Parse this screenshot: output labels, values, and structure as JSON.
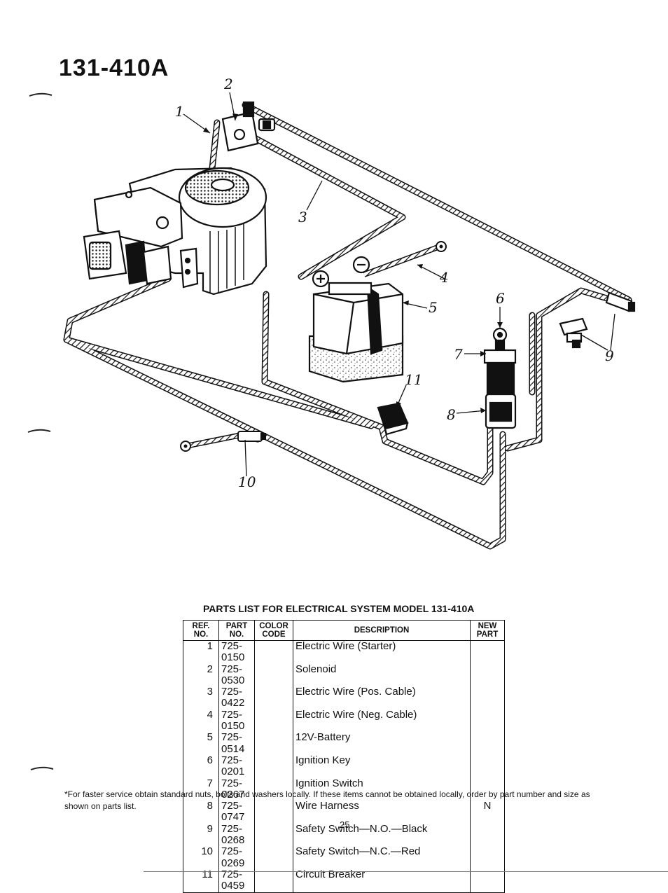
{
  "model_title": "131-410A",
  "callouts": [
    "1",
    "2",
    "3",
    "4",
    "5",
    "6",
    "7",
    "8",
    "9",
    "10",
    "11"
  ],
  "parts_list": {
    "title": "PARTS LIST FOR ELECTRICAL SYSTEM MODEL 131-410A",
    "headers": {
      "ref_line1": "REF.",
      "ref_line2": "NO.",
      "part_line1": "PART",
      "part_line2": "NO.",
      "color_line1": "COLOR",
      "color_line2": "CODE",
      "description": "DESCRIPTION",
      "new_line1": "NEW",
      "new_line2": "PART"
    },
    "rows": [
      {
        "ref": "1",
        "part": "725-0150",
        "desc": "Electric Wire (Starter)",
        "new": ""
      },
      {
        "ref": "2",
        "part": "725-0530",
        "desc": "Solenoid",
        "new": ""
      },
      {
        "ref": "3",
        "part": "725-0422",
        "desc": "Electric Wire (Pos. Cable)",
        "new": ""
      },
      {
        "ref": "4",
        "part": "725-0150",
        "desc": "Electric Wire (Neg. Cable)",
        "new": ""
      },
      {
        "ref": "5",
        "part": "725-0514",
        "desc": "12V-Battery",
        "new": ""
      },
      {
        "ref": "6",
        "part": "725-0201",
        "desc": "Ignition Key",
        "new": ""
      },
      {
        "ref": "7",
        "part": "725-0267",
        "desc": "Ignition Switch",
        "new": ""
      },
      {
        "ref": "8",
        "part": "725-0747",
        "desc": "Wire Harness",
        "new": "N"
      },
      {
        "ref": "9",
        "part": "725-0268",
        "desc": "Safety Switch—N.O.—Black",
        "new": ""
      },
      {
        "ref": "10",
        "part": "725-0269",
        "desc": "Safety Switch—N.C.—Red",
        "new": ""
      },
      {
        "ref": "11",
        "part": "725-0459",
        "desc": "Circuit Breaker",
        "new": ""
      }
    ]
  },
  "footnote": "*For faster service obtain standard nuts, bolts and washers locally. If these items cannot be obtained locally, order by part number and size as shown on parts list.",
  "page_number": "25"
}
